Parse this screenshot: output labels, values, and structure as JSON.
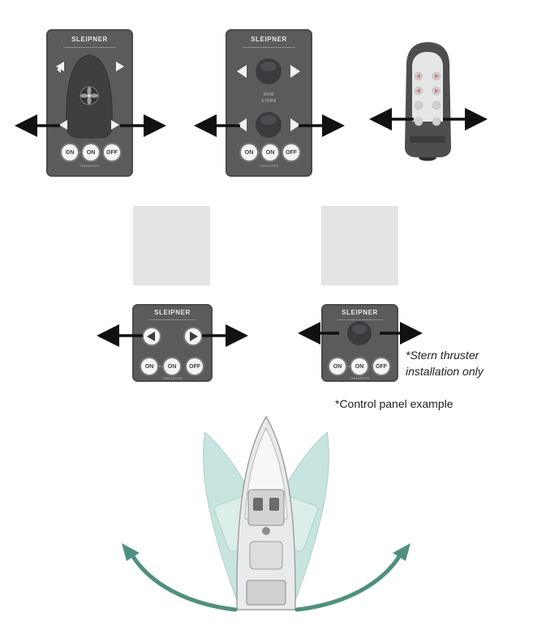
{
  "panels": {
    "brand": "SLEIPNER",
    "on_label": "ON",
    "off_label": "OFF",
    "bow_label": "BOW",
    "stern_label": "STERN",
    "thruster_label": "THRUSTER"
  },
  "notes": {
    "stern_only": "*Stern thruster installation only",
    "example": "*Control panel example"
  },
  "colors": {
    "panel": "#5a5b5d",
    "arrow": "#111111",
    "turn_arrow": "#4f8f7f",
    "boat_ghost": "#b9dcd5"
  }
}
